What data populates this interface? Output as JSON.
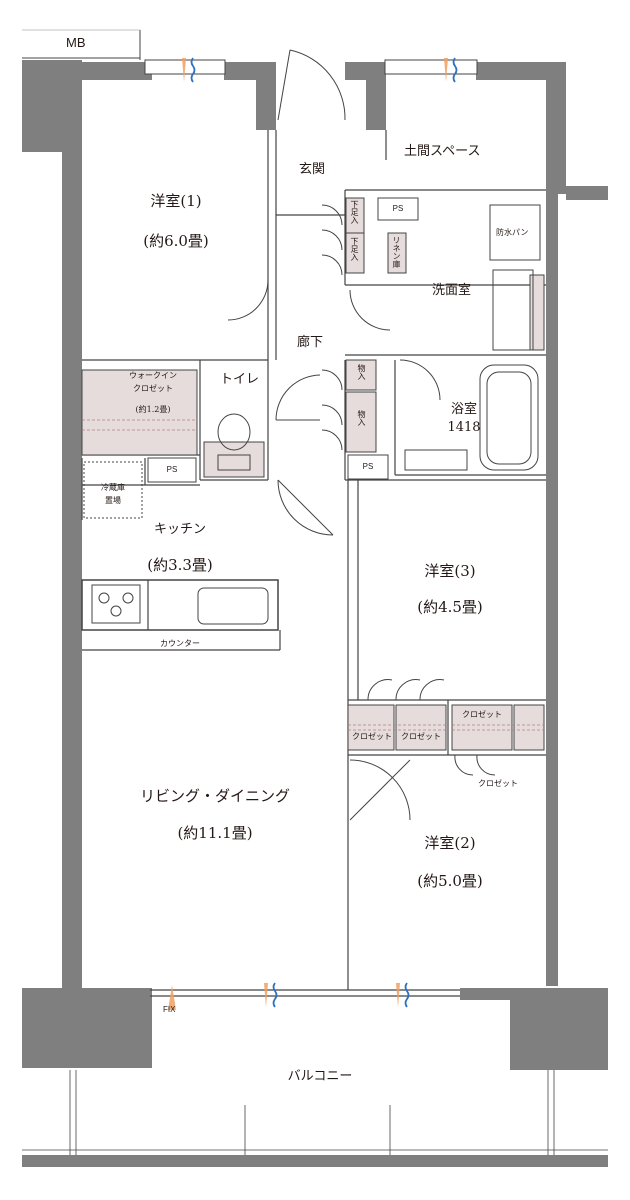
{
  "mb": "MB",
  "rooms": {
    "western1": {
      "name": "洋室(1)",
      "size": "(約6.0畳)"
    },
    "western2": {
      "name": "洋室(2)",
      "size": "(約5.0畳)"
    },
    "western3": {
      "name": "洋室(3)",
      "size": "(約4.5畳)"
    },
    "kitchen": {
      "name": "キッチン",
      "size": "(約3.3畳)"
    },
    "living": {
      "name": "リビング・ダイニング",
      "size": "(約11.1畳)"
    },
    "bath": {
      "name": "浴室",
      "size": "1418"
    },
    "entrance": "玄関",
    "doma": "土間スペース",
    "washroom": "洗面室",
    "hallway": "廊下",
    "toilet": "トイレ",
    "balcony": "バルコニー"
  },
  "wic": {
    "line1": "ウォークイン",
    "line2": "クロゼット",
    "size": "(約1.2畳)"
  },
  "fridge": {
    "line1": "冷蔵庫",
    "line2": "置場"
  },
  "labels": {
    "ps": "PS",
    "counter": "カウンター",
    "closet": "クロゼット",
    "waterproof_pan": "防水パン",
    "shoe_box": "下足入",
    "linen": "リネン庫",
    "storage": "物入",
    "fix": "FIX"
  },
  "colors": {
    "wall": "#7f7f7f",
    "storage_fill": "#e6dcdc",
    "line": "#444444",
    "vent_orange": "#f0a060",
    "vent_blue": "#3070c0"
  }
}
